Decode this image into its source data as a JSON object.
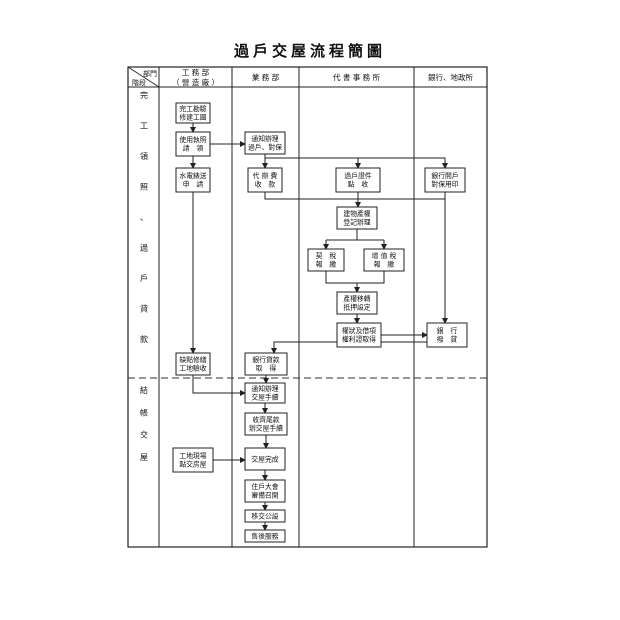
{
  "title": "過戶交屋流程簡圖",
  "header": {
    "dept_label": "部門",
    "stage_label": "階段",
    "columns": [
      [
        "工 務 部",
        "（ 營 造 廠 ）"
      ],
      [
        "業 務 部"
      ],
      [
        "代 書 事 務 所"
      ],
      [
        "銀行、地政所"
      ]
    ]
  },
  "stages": [
    [
      "完",
      "工",
      "領",
      "照",
      "、",
      "過",
      "戶",
      "貸",
      "款"
    ],
    [
      "結",
      "帳",
      "交",
      "屋"
    ]
  ],
  "nodes": [
    {
      "id": "n1",
      "lines": [
        "完工勘驗",
        "修建工圖"
      ]
    },
    {
      "id": "n2",
      "lines": [
        "使用執照",
        "請　領"
      ]
    },
    {
      "id": "n3",
      "lines": [
        "水電錶送",
        "申　請"
      ]
    },
    {
      "id": "n4",
      "lines": [
        "通知辦理",
        "過戶、對保"
      ]
    },
    {
      "id": "n5",
      "lines": [
        "代 辦 費",
        "收　款"
      ]
    },
    {
      "id": "n6",
      "lines": [
        "過戶證件",
        "點　收"
      ]
    },
    {
      "id": "n7",
      "lines": [
        "銀行開戶",
        "對保用印"
      ]
    },
    {
      "id": "n8",
      "lines": [
        "建物產權",
        "登記辦理"
      ]
    },
    {
      "id": "n9",
      "lines": [
        "契　稅",
        "報　繳"
      ]
    },
    {
      "id": "n10",
      "lines": [
        "增 值 稅",
        "報　繳"
      ]
    },
    {
      "id": "n11",
      "lines": [
        "產權移轉",
        "抵押設定"
      ]
    },
    {
      "id": "n12",
      "lines": [
        "權狀及借項",
        "權利證取得"
      ]
    },
    {
      "id": "n13",
      "lines": [
        "銀　行",
        "撥　貸"
      ]
    },
    {
      "id": "n14",
      "lines": [
        "缺點修繕",
        "工地驗收"
      ]
    },
    {
      "id": "n15",
      "lines": [
        "銀行貸款",
        "取　得"
      ]
    },
    {
      "id": "n16",
      "lines": [
        "通知辦理",
        "交屋手續"
      ]
    },
    {
      "id": "n17",
      "lines": [
        "收齊尾款",
        "辦交屋手續"
      ]
    },
    {
      "id": "n18",
      "lines": [
        "工地現場",
        "點交房屋"
      ]
    },
    {
      "id": "n19",
      "lines": [
        "交屋完成"
      ]
    },
    {
      "id": "n20",
      "lines": [
        "住戶大會",
        "審備召開"
      ]
    },
    {
      "id": "n21",
      "lines": [
        "移交公設"
      ]
    },
    {
      "id": "n22",
      "lines": [
        "售後服務"
      ]
    }
  ]
}
